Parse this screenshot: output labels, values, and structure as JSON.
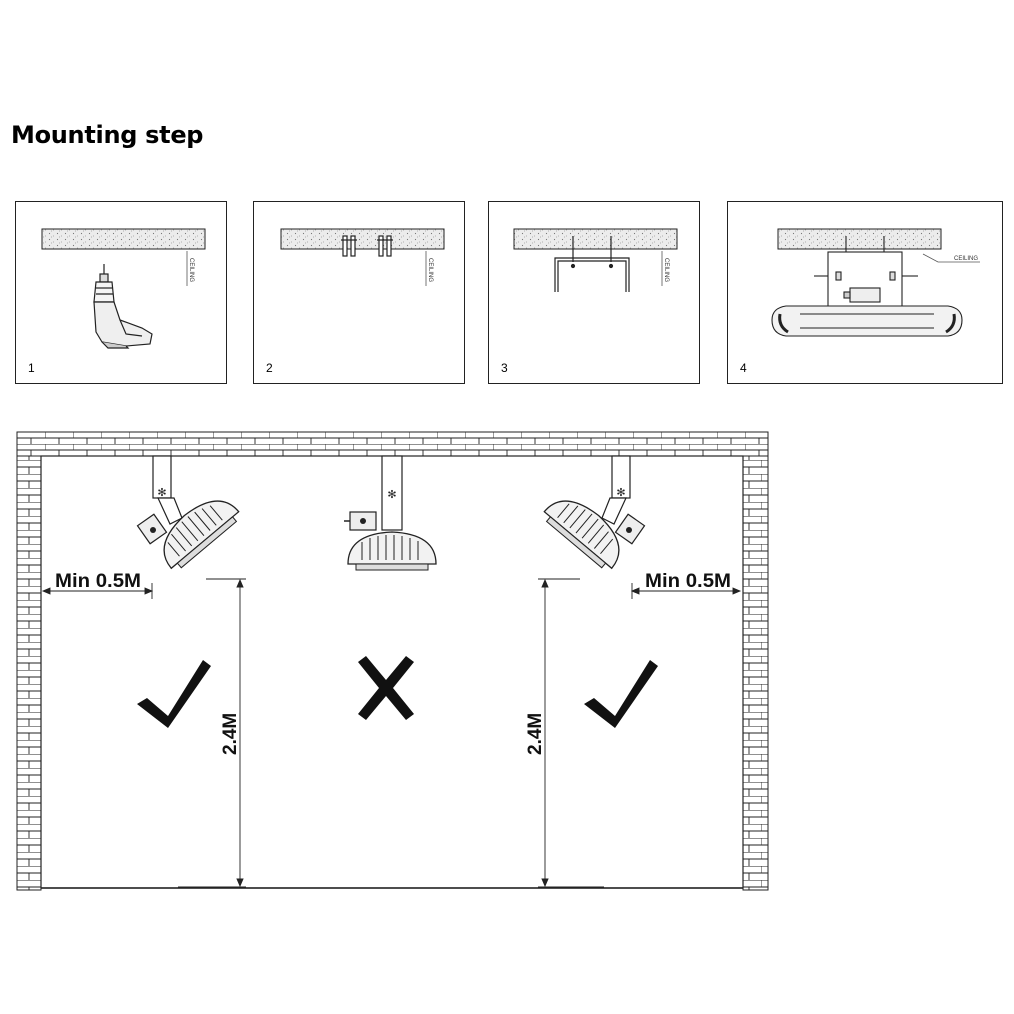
{
  "title": "Mounting step",
  "steps": [
    {
      "number": "1",
      "ceiling_label": "CEILING"
    },
    {
      "number": "2",
      "ceiling_label": "CEILING"
    },
    {
      "number": "3",
      "ceiling_label": "CEILING"
    },
    {
      "number": "4",
      "ceiling_label": "CEILING"
    }
  ],
  "room": {
    "min_clearance_left": "Min 0.5M",
    "min_clearance_right": "Min 0.5M",
    "height_left": "2.4M",
    "height_right": "2.4M",
    "marks": {
      "left": "check-icon",
      "center": "cross-icon",
      "right": "check-icon"
    }
  },
  "colors": {
    "line": "#222222",
    "ceiling_fill": "#e9e9e9",
    "lamp_fill": "#f2f2f2"
  }
}
